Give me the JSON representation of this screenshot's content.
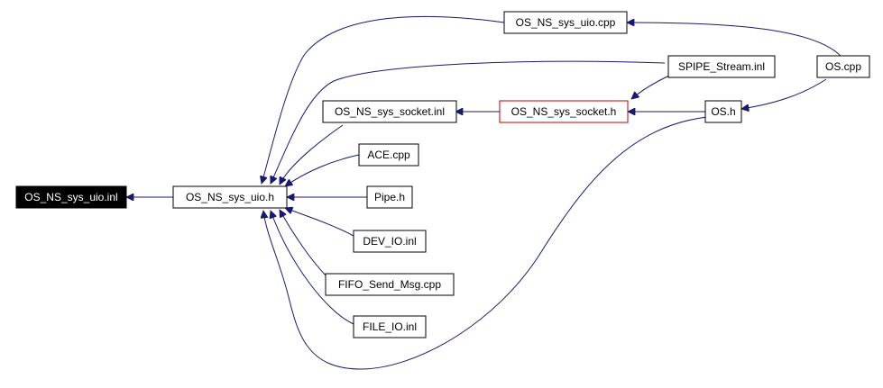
{
  "graph": {
    "colors": {
      "edge": "#191970",
      "node_border": "#000000",
      "highlight_border": "#bf0000",
      "root_fill": "#000000",
      "root_text": "#ffffff",
      "background": "#ffffff"
    },
    "nodes": {
      "os_ns_sys_uio_inl": "OS_NS_sys_uio.inl",
      "os_ns_sys_uio_h": "OS_NS_sys_uio.h",
      "os_ns_sys_uio_cpp": "OS_NS_sys_uio.cpp",
      "spipe_stream_inl": "SPIPE_Stream.inl",
      "os_cpp": "OS.cpp",
      "os_ns_sys_socket_inl": "OS_NS_sys_socket.inl",
      "os_ns_sys_socket_h": "OS_NS_sys_socket.h",
      "os_h": "OS.h",
      "ace_cpp": "ACE.cpp",
      "pipe_h": "Pipe.h",
      "dev_io_inl": "DEV_IO.inl",
      "fifo_send_msg_cpp": "FIFO_Send_Msg.cpp",
      "file_io_inl": "FILE_IO.inl"
    }
  }
}
